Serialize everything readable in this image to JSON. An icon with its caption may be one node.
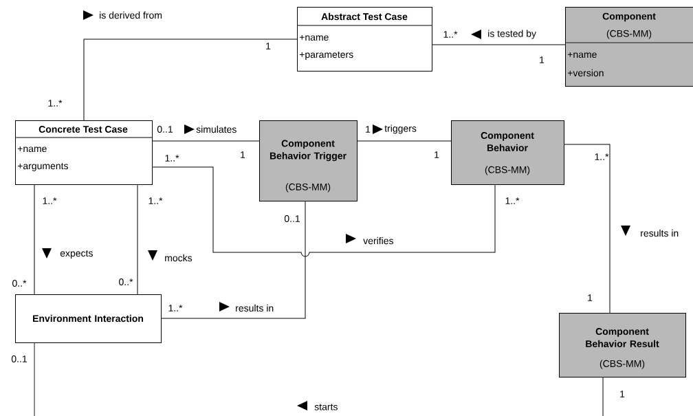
{
  "diagram": {
    "nodes": [
      {
        "text": [
          "Abstract Test Case",
          "+name",
          "+parameters"
        ]
      },
      {
        "text": [
          "Component",
          "(CBS-MM)",
          "+name",
          "+version"
        ]
      },
      {
        "text": [
          "Concrete Test Case",
          "+name",
          "+arguments"
        ]
      },
      {
        "text": [
          "Component Behavior Trigger",
          "(CBS-MM)"
        ]
      },
      {
        "text": [
          "Component Behavior",
          "(CBS-MM)"
        ]
      },
      {
        "text": [
          "Environment Interaction"
        ]
      },
      {
        "text": [
          "Component Behavior Result",
          "(CBS-MM)"
        ]
      }
    ],
    "edges": [
      {
        "from": 2,
        "to": 0,
        "arrow": "none",
        "label": "is derived from"
      },
      {
        "from": 0,
        "to": 1,
        "arrow": "none",
        "label": "is tested by"
      },
      {
        "from": 2,
        "to": 3,
        "arrow": "none",
        "label": "simulates"
      },
      {
        "from": 3,
        "to": 4,
        "arrow": "none",
        "label": "triggers"
      },
      {
        "from": 2,
        "to": 4,
        "arrow": "none",
        "label": "verifies"
      },
      {
        "from": 2,
        "to": 5,
        "arrow": "none",
        "label": "expects"
      },
      {
        "from": 2,
        "to": 5,
        "arrow": "none",
        "label": "mocks"
      },
      {
        "from": 5,
        "to": 3,
        "arrow": "none",
        "label": "results in"
      },
      {
        "from": 4,
        "to": 6,
        "arrow": "none",
        "label": "results in"
      },
      {
        "from": 5,
        "to": 6,
        "arrow": "none",
        "label": "starts"
      }
    ],
    "labels": [
      "1",
      "1..*",
      "1",
      "1..*",
      "0..1",
      "1",
      "1",
      "1",
      "1..*",
      "1..*",
      "1..*",
      "1..*",
      "1..*",
      "0..1",
      "0..*",
      "0..*",
      "1..*",
      "1",
      "0..1",
      "1"
    ]
  }
}
